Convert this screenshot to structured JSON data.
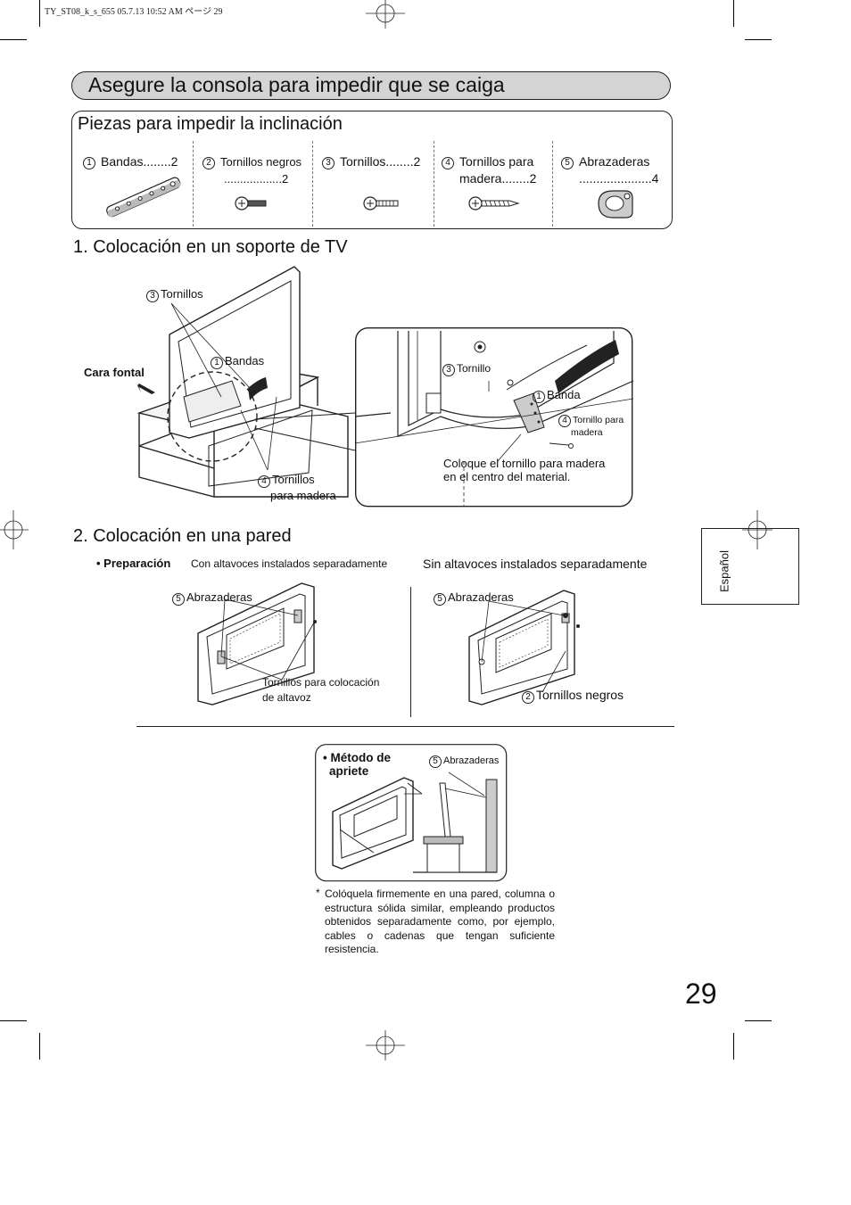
{
  "header_meta": "TY_ST08_k_s_655  05.7.13 10:52 AM    ページ 29",
  "main_title": "Asegure la consola para impedir que se caiga",
  "parts": {
    "title": "Piezas para impedir la inclinación",
    "items": [
      {
        "num": "1",
        "line1": "Bandas........2",
        "line2": ""
      },
      {
        "num": "2",
        "line1": "Tornillos negros",
        "line2": "..................2"
      },
      {
        "num": "3",
        "line1": "Tornillos........2",
        "line2": ""
      },
      {
        "num": "4",
        "line1": "Tornillos para",
        "line2": "madera........2"
      },
      {
        "num": "5",
        "line1": "Abrazaderas",
        "line2": ".....................4"
      }
    ]
  },
  "section1": {
    "title": "1. Colocación en un soporte de TV",
    "labels": {
      "tornillos": "Tornillos",
      "bandas": "Bandas",
      "cara_fontal": "Cara fontal",
      "tornillos_madera_1": "Tornillos",
      "tornillos_madera_2": "para madera",
      "tornillo": "Tornillo",
      "banda": "Banda",
      "tornillo_para": "Tornillo para",
      "madera": "madera",
      "coloque_1": "Coloque el tornillo para madera",
      "coloque_2": "en el centro del material."
    },
    "nums": {
      "tornillos": "3",
      "bandas": "1",
      "tornillos_madera": "4",
      "tornillo": "3",
      "banda": "1",
      "tornillo_para": "4"
    }
  },
  "section2": {
    "title": "2. Colocación en una pared",
    "preparacion_label": "Preparación",
    "con_altavoces": "Con altavoces instalados separadamente",
    "sin_altavoces": "Sin altavoces instalados separadamente",
    "abrazaderas": "Abrazaderas",
    "tornillos_colocacion_1": "Tornillos para colocación",
    "tornillos_colocacion_2": "de altavoz",
    "tornillos_negros": "Tornillos negros",
    "nums": {
      "abrazaderas": "5",
      "tornillos_negros": "2"
    }
  },
  "metodo": {
    "title_1": "Método de",
    "title_2": "apriete",
    "abrazaderas": "Abrazaderas",
    "num": "5"
  },
  "note": "Colóquela firmemente en una pared, columna o estructura sólida similar, empleando productos obtenidos separadamente como, por ejemplo, cables o cadenas que tengan suficiente resistencia.",
  "sidebar_tab": "Español",
  "page_number": "29"
}
